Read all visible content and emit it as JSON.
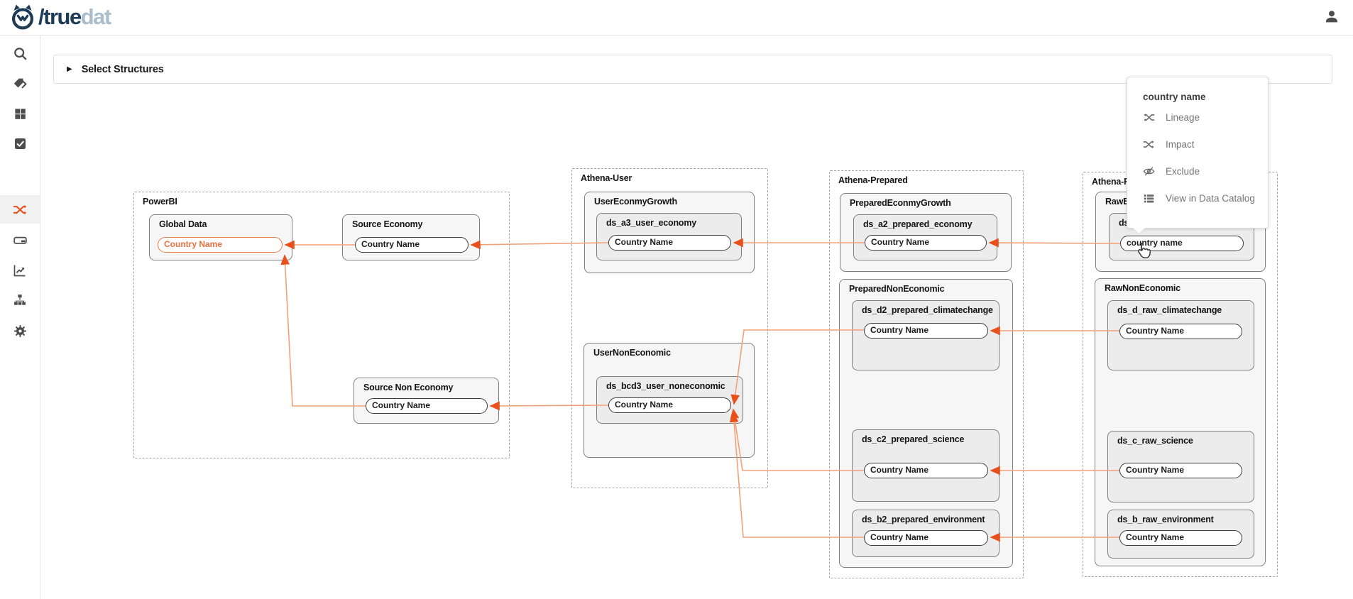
{
  "header": {
    "logo_slash": "/",
    "logo_true": "true",
    "logo_dat": "dat"
  },
  "sidebar": {
    "items": [
      {
        "icon": "search-icon"
      },
      {
        "icon": "tag-icon"
      },
      {
        "icon": "grid-icon"
      },
      {
        "icon": "checkbox-icon"
      },
      {
        "icon": "shuffle-icon",
        "active": true
      },
      {
        "icon": "drive-icon"
      },
      {
        "icon": "chart-icon"
      },
      {
        "icon": "sitemap-icon"
      },
      {
        "icon": "gear-icon"
      }
    ]
  },
  "panel": {
    "caret": "▶",
    "label": "Select Structures"
  },
  "context_menu": {
    "title": "country name",
    "items": [
      {
        "icon": "lineage-icon",
        "label": "Lineage"
      },
      {
        "icon": "impact-icon",
        "label": "Impact"
      },
      {
        "icon": "exclude-icon",
        "label": "Exclude"
      },
      {
        "icon": "catalog-icon",
        "label": "View in Data Catalog"
      }
    ]
  },
  "diagram": {
    "groups": {
      "powerbi": {
        "label": "PowerBI"
      },
      "athena_user": {
        "label": "Athena-User"
      },
      "athena_prepared": {
        "label": "Athena-Prepared"
      },
      "athena_raw": {
        "label": "Athena-Ra"
      }
    },
    "nodes": {
      "global_data": {
        "label": "Global Data",
        "field": "Country Name"
      },
      "source_economy": {
        "label": "Source Economy",
        "field": "Country Name"
      },
      "source_non_economy": {
        "label": "Source Non Economy",
        "field": "Country Name"
      },
      "user_econmygrowth": {
        "label": "UserEconmyGrowth"
      },
      "ds_a3_user_economy": {
        "label": "ds_a3_user_economy",
        "field": "Country Name"
      },
      "user_noneconomic": {
        "label": "UserNonEconomic"
      },
      "ds_bcd3_user_noneconomic": {
        "label": "ds_bcd3_user_noneconomic",
        "field": "Country Name"
      },
      "prepared_econmygrowth": {
        "label": "PreparedEconmyGrowth"
      },
      "ds_a2_prepared_economy": {
        "label": "ds_a2_prepared_economy",
        "field": "Country Name"
      },
      "prepared_noneconomic": {
        "label": "PreparedNonEconomic"
      },
      "ds_d2_prepared_climatechange": {
        "label": "ds_d2_prepared_climatechange",
        "field": "Country Name"
      },
      "ds_c2_prepared_science": {
        "label": "ds_c2_prepared_science",
        "field": "Country Name"
      },
      "ds_b2_prepared_environment": {
        "label": "ds_b2_prepared_environment",
        "field": "Country Name"
      },
      "raw_econmygrowth": {
        "label": "RawEc"
      },
      "ds_raw_economy": {
        "label": "ds_",
        "field": "country name"
      },
      "raw_noneconomic": {
        "label": "RawNonEconomic"
      },
      "ds_d_raw_climatechange": {
        "label": "ds_d_raw_climatechange",
        "field": "Country Name"
      },
      "ds_c_raw_science": {
        "label": "ds_c_raw_science",
        "field": "Country Name"
      },
      "ds_b_raw_environment": {
        "label": "ds_b_raw_environment",
        "field": "Country Name"
      }
    },
    "edges": [
      {
        "from": "Source Economy.Country Name",
        "to": "Global Data.Country Name"
      },
      {
        "from": "Source Non Economy.Country Name",
        "to": "Global Data.Country Name"
      },
      {
        "from": "ds_a3_user_economy.Country Name",
        "to": "Source Economy.Country Name"
      },
      {
        "from": "ds_bcd3_user_noneconomic.Country Name",
        "to": "Source Non Economy.Country Name"
      },
      {
        "from": "ds_a2_prepared_economy.Country Name",
        "to": "ds_a3_user_economy.Country Name"
      },
      {
        "from": "ds_.country name",
        "to": "ds_a2_prepared_economy.Country Name"
      },
      {
        "from": "ds_d2_prepared_climatechange.Country Name",
        "to": "ds_bcd3_user_noneconomic.Country Name"
      },
      {
        "from": "ds_c2_prepared_science.Country Name",
        "to": "ds_bcd3_user_noneconomic.Country Name"
      },
      {
        "from": "ds_b2_prepared_environment.Country Name",
        "to": "ds_bcd3_user_noneconomic.Country Name"
      },
      {
        "from": "ds_d_raw_climatechange.Country Name",
        "to": "ds_d2_prepared_climatechange.Country Name"
      },
      {
        "from": "ds_c_raw_science.Country Name",
        "to": "ds_c2_prepared_science.Country Name"
      },
      {
        "from": "ds_b_raw_environment.Country Name",
        "to": "ds_b2_prepared_environment.Country Name"
      }
    ],
    "colors": {
      "line": "#f1a078",
      "arrow": "#e8511c",
      "selected": "#e86f3e"
    }
  }
}
